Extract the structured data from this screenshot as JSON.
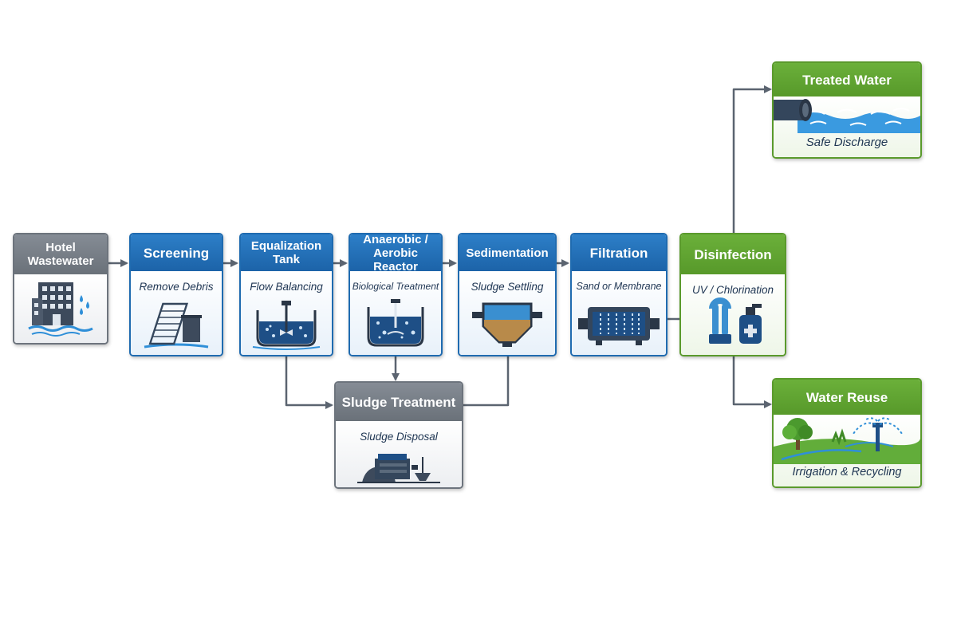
{
  "colors": {
    "process_blue": "#1f6bb0",
    "source_gray": "#6d747d",
    "output_green": "#5a9a2c",
    "connector": "#5b6470"
  },
  "nodes": {
    "hotel": {
      "title": "Hotel Wastewater",
      "icon": "hotel-building-icon"
    },
    "screening": {
      "title": "Screening",
      "subtitle": "Remove Debris",
      "icon": "bar-screen-icon"
    },
    "equalization": {
      "title": "Equalization Tank",
      "subtitle": "Flow Balancing",
      "icon": "mixing-tank-icon"
    },
    "reactor": {
      "title": "Anaerobic / Aerobic Reactor",
      "subtitle": "Biological Treatment",
      "icon": "bioreactor-icon"
    },
    "sedimentation": {
      "title": "Sedimentation",
      "subtitle": "Sludge Settling",
      "icon": "settling-tank-icon"
    },
    "filtration": {
      "title": "Filtration",
      "subtitle": "Sand or Membrane",
      "icon": "membrane-filter-icon"
    },
    "disinfection": {
      "title": "Disinfection",
      "subtitle": "UV / Chlorination",
      "icon": "uv-lamp-chlorine-icon"
    },
    "treated_water": {
      "title": "Treated Water",
      "subtitle": "Safe Discharge",
      "icon": "discharge-pipe-icon"
    },
    "water_reuse": {
      "title": "Water Reuse",
      "subtitle": "Irrigation & Recycling",
      "icon": "irrigation-sprinkler-icon"
    },
    "sludge": {
      "title": "Sludge Treatment",
      "subtitle": "Sludge Disposal",
      "icon": "sludge-press-icon"
    }
  },
  "edges": [
    {
      "from": "hotel",
      "to": "screening"
    },
    {
      "from": "screening",
      "to": "equalization"
    },
    {
      "from": "equalization",
      "to": "reactor"
    },
    {
      "from": "reactor",
      "to": "sedimentation"
    },
    {
      "from": "sedimentation",
      "to": "filtration"
    },
    {
      "from": "filtration",
      "to": "disinfection"
    },
    {
      "from": "disinfection",
      "to": "treated_water"
    },
    {
      "from": "disinfection",
      "to": "water_reuse"
    },
    {
      "from": "equalization",
      "to": "sludge"
    },
    {
      "from": "reactor",
      "to": "sludge"
    },
    {
      "from": "sedimentation",
      "to": "sludge"
    }
  ]
}
